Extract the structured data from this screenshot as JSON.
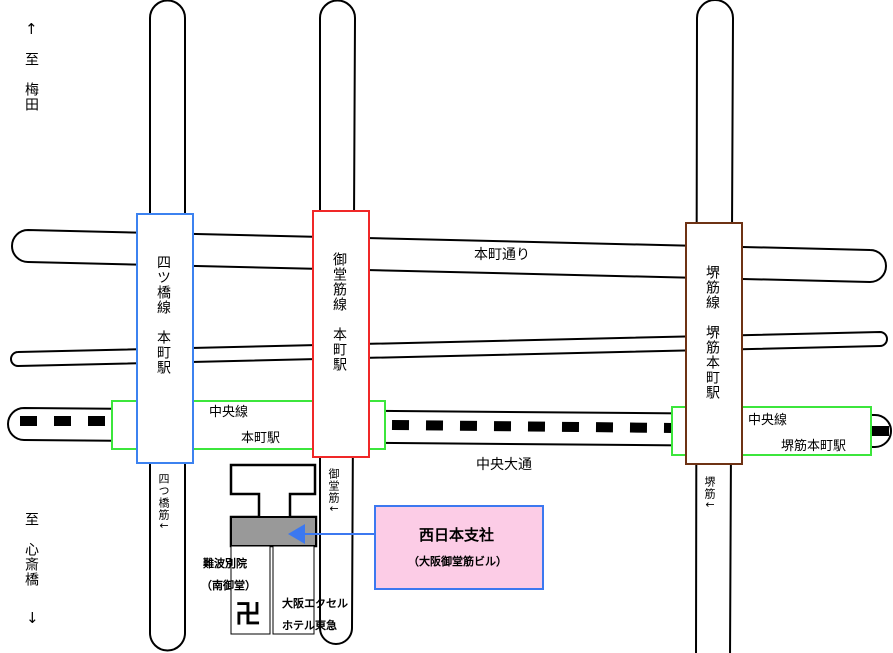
{
  "directions": {
    "north_arrow": "↑",
    "north_label": "至　梅田",
    "south_label": "至　心斎橋",
    "south_arrow": "↓"
  },
  "roads": {
    "honmachi_dori": "本町通り",
    "chuo_odori": "中央大通",
    "yotsubashi_suji": "四つ橋筋↓",
    "midosuji": "御堂筋↓",
    "sakaisuji": "堺筋↓"
  },
  "stations": {
    "yotsubashi": "四ツ橋線　本町駅",
    "midosuji": "御堂筋線　本町駅",
    "sakaisuji": "堺筋線　堺筋本町駅",
    "chuo_line_1": "中央線",
    "chuo_honmachi": "本町駅",
    "chuo_line_2": "中央線",
    "chuo_sakaisuji_honmachi": "堺筋本町駅"
  },
  "landmarks": {
    "nanba_betsuin": "難波別院",
    "minami_mido": "（南御堂）",
    "manji_symbol": "卍",
    "hotel_line1": "大阪エクセル",
    "hotel_line2": "ホテル東急"
  },
  "destination": {
    "name": "西日本支社",
    "building": "（大阪御堂筋ビル）"
  },
  "colors": {
    "yotsubashi": "#3c82f0",
    "midosuji": "#f02828",
    "sakaisuji": "#6e3214",
    "chuo": "#3ce63c",
    "destination_fill": "#fccce6",
    "destination_border": "#3c78f0",
    "building_fill": "#999999"
  }
}
